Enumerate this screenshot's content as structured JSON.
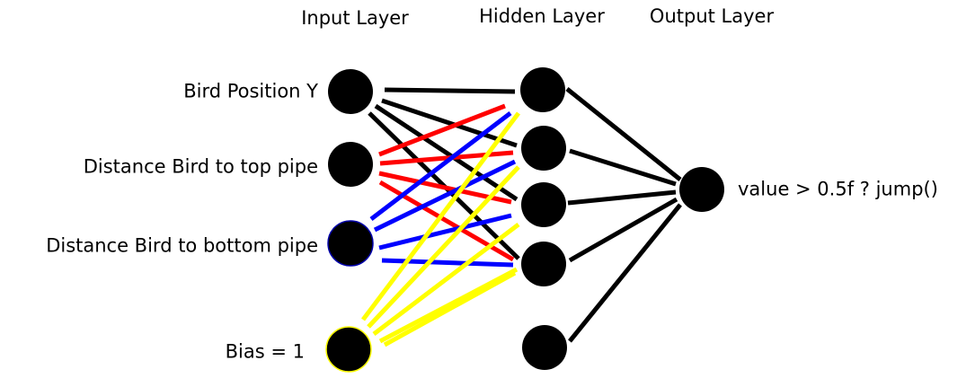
{
  "headers": {
    "input": "Input Layer",
    "hidden": "Hidden Layer",
    "output": "Output Layer"
  },
  "input_labels": {
    "bird_y": "Bird Position Y",
    "dist_top": "Distance Bird to top pipe",
    "dist_bottom": "Distance Bird to bottom pipe",
    "bias": "Bias = 1"
  },
  "output_label": "value > 0.5f ? jump()",
  "colors": {
    "node": "#000000",
    "bird_y_connection": "#000000",
    "dist_top_connection": "#ff0000",
    "dist_bottom_connection": "#0000ff",
    "bias_connection": "#ffff00",
    "hidden_to_output_connection": "#000000",
    "bias_node_outline": "#ffff00",
    "dist_bottom_node_outline": "#0000aa"
  }
}
